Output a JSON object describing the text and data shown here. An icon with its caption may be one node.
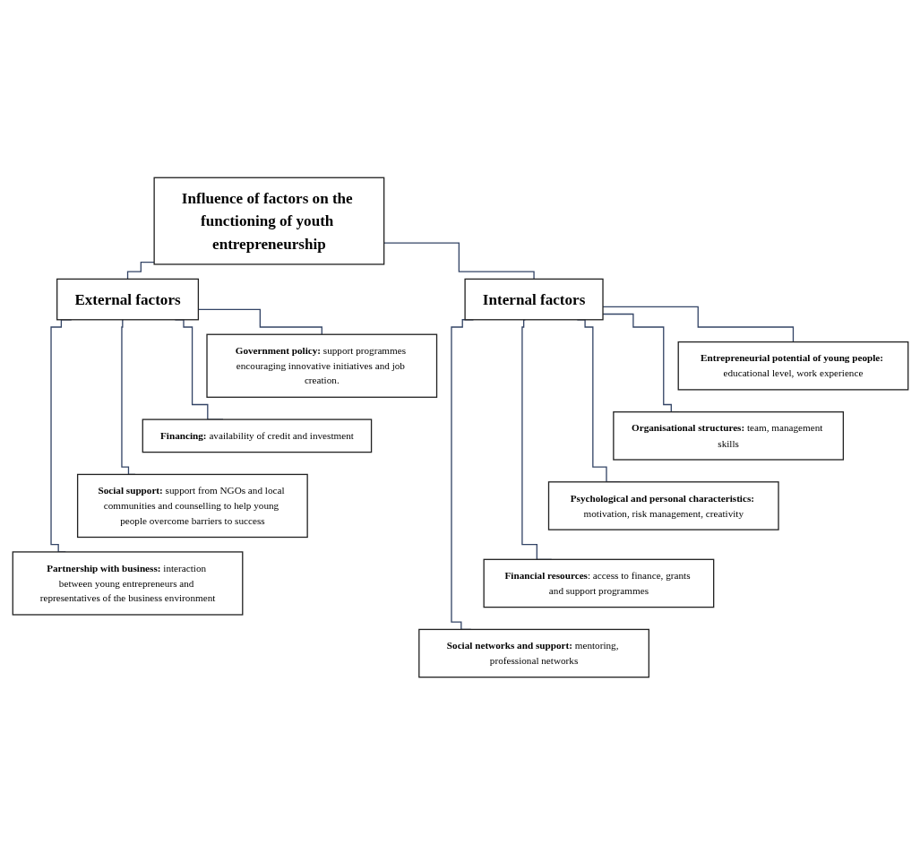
{
  "diagram": {
    "nodes": [
      {
        "text": [
          "Influence of factors on the functioning of youth entrepreneurship"
        ]
      },
      {
        "text": [
          "External factors"
        ]
      },
      {
        "text": [
          "Internal factors"
        ]
      },
      {
        "text": [
          "**Government policy:** support programmes encouraging innovative initiatives and job creation."
        ]
      },
      {
        "text": [
          "**Financing:** availability of credit and investment"
        ]
      },
      {
        "text": [
          "**Social support:** support from NGOs and local communities and counselling to help young people overcome barriers to success"
        ]
      },
      {
        "text": [
          "**Partnership with business:** interaction between young entrepreneurs and representatives of the business environment"
        ]
      },
      {
        "text": [
          "**Entrepreneurial potential of young people:** educational level, work experience"
        ]
      },
      {
        "text": [
          "**Organisational structures:** team, management skills"
        ]
      },
      {
        "text": [
          "**Psychological and personal characteristics:** motivation, risk management, creativity"
        ]
      },
      {
        "text": [
          "**Financial resources**: access to finance, grants and support programmes"
        ]
      },
      {
        "text": [
          "**Social networks and support:** mentoring, professional networks"
        ]
      }
    ],
    "edges": [
      {
        "from": 0,
        "to": 1,
        "arrow": "none"
      },
      {
        "from": 0,
        "to": 2,
        "arrow": "none"
      },
      {
        "from": 1,
        "to": 3,
        "arrow": "none"
      },
      {
        "from": 1,
        "to": 4,
        "arrow": "none"
      },
      {
        "from": 1,
        "to": 5,
        "arrow": "none"
      },
      {
        "from": 1,
        "to": 6,
        "arrow": "none"
      },
      {
        "from": 2,
        "to": 7,
        "arrow": "none"
      },
      {
        "from": 2,
        "to": 8,
        "arrow": "none"
      },
      {
        "from": 2,
        "to": 9,
        "arrow": "none"
      },
      {
        "from": 2,
        "to": 10,
        "arrow": "none"
      },
      {
        "from": 2,
        "to": 11,
        "arrow": "none"
      }
    ]
  }
}
